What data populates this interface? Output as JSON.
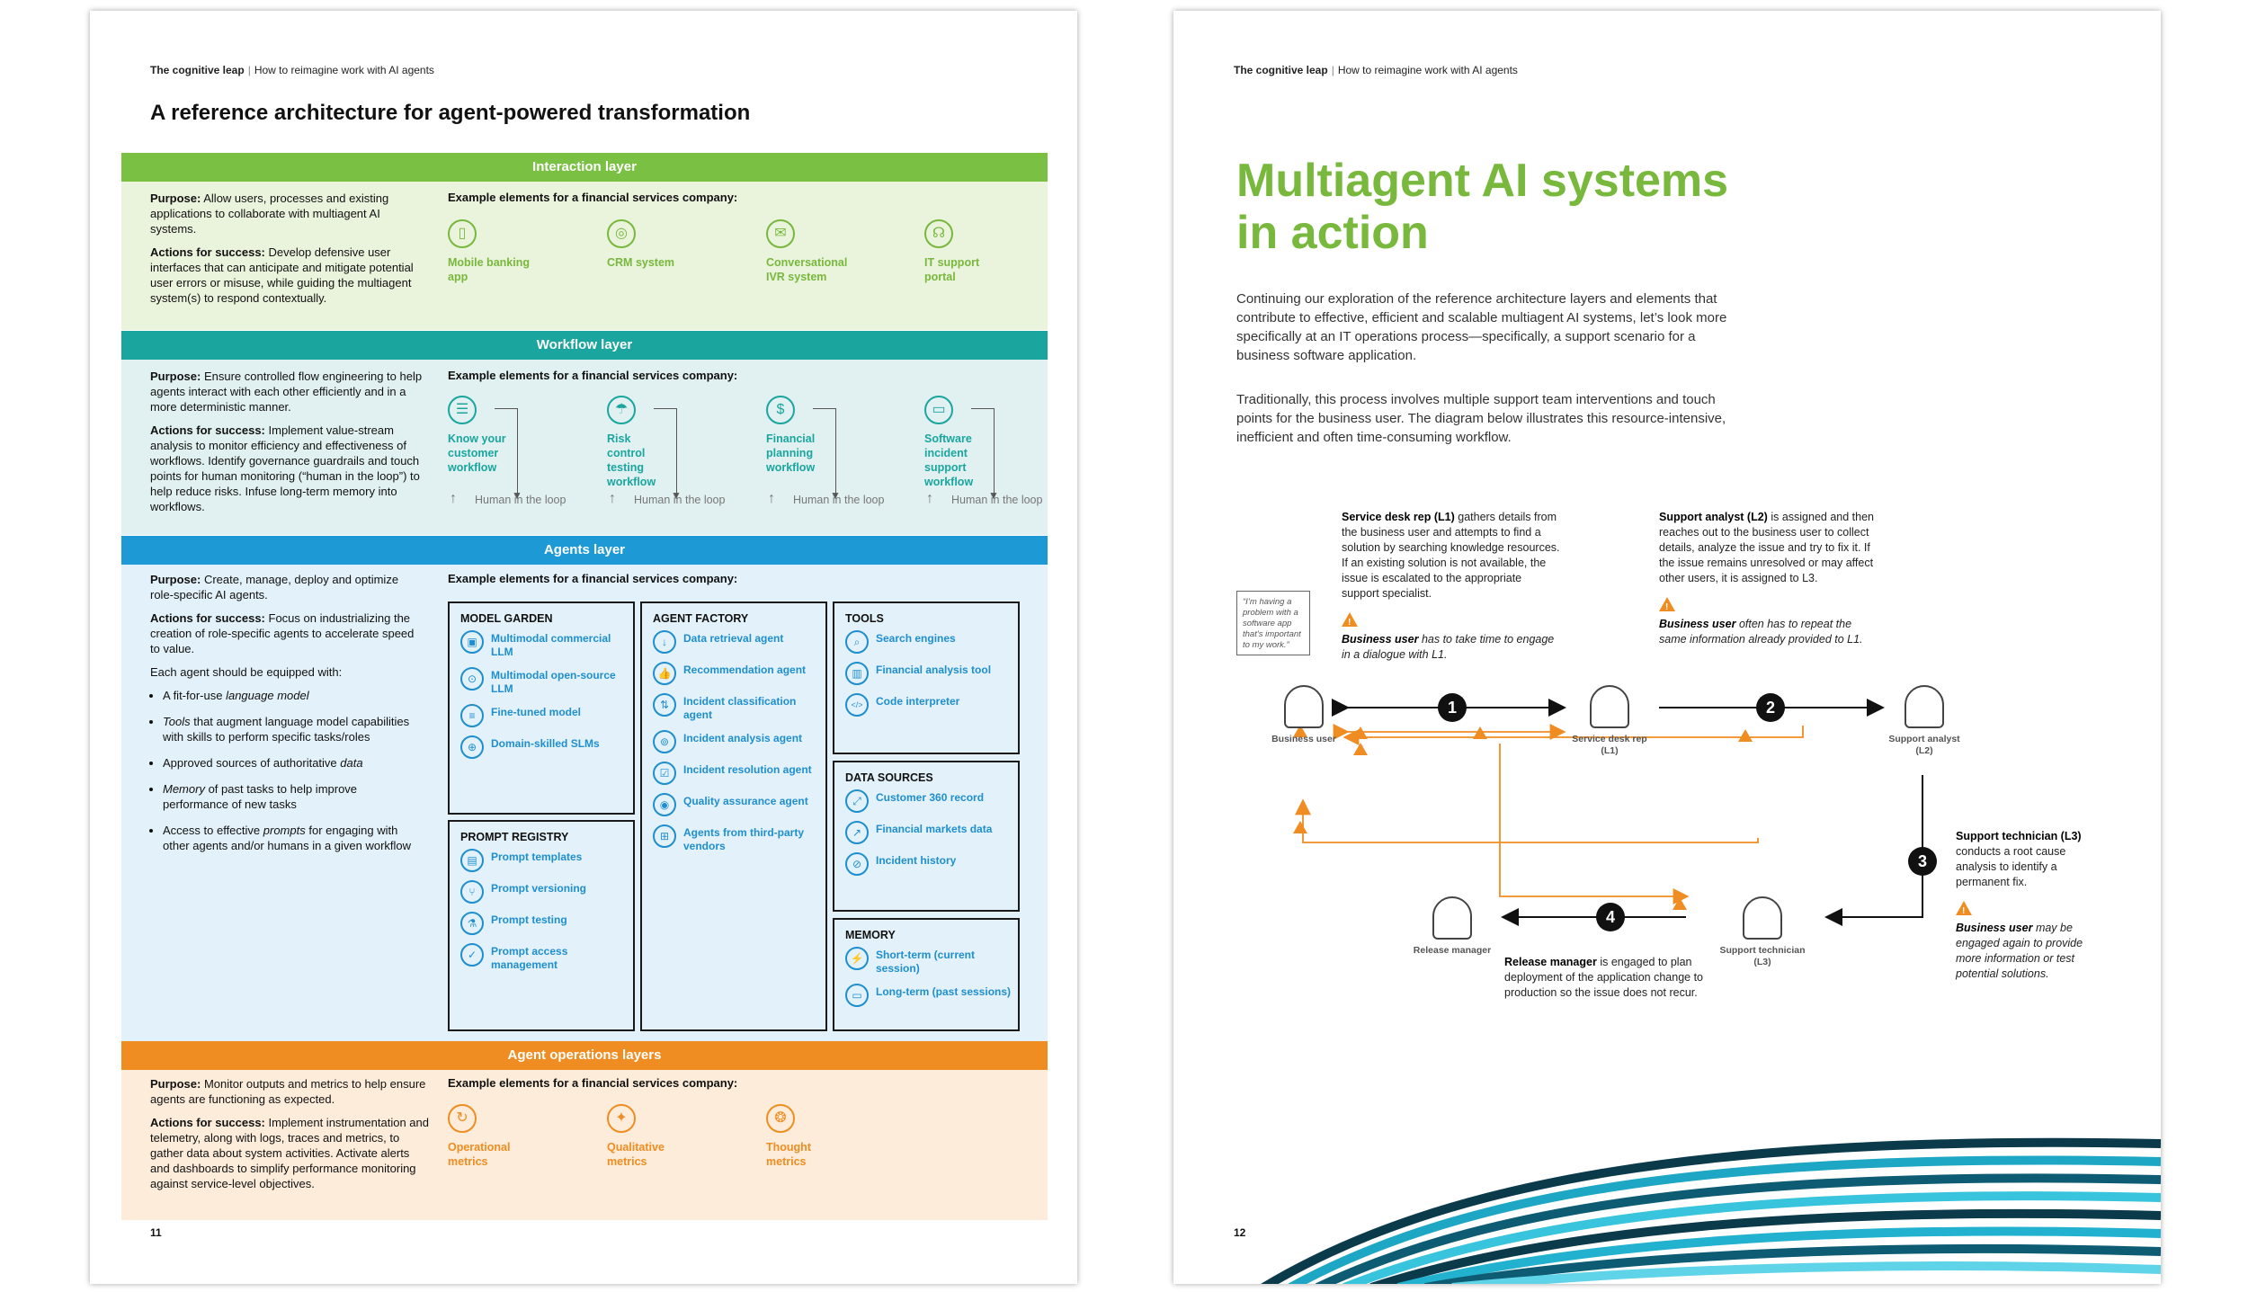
{
  "left_page": {
    "running_head": {
      "bold": "The cognitive leap",
      "separator": "|",
      "rest": "How to reimagine work with AI agents"
    },
    "title": "A reference architecture for agent-powered transformation",
    "page_number": "11",
    "interaction": {
      "bar": "Interaction layer",
      "purpose_label": "Purpose:",
      "purpose": "Allow users, processes and existing applications to collaborate with multiagent AI systems.",
      "actions_label": "Actions for success:",
      "actions": "Develop defensive user interfaces that can anticipate and mitigate potential user errors or misuse, while guiding the multiagent system(s) to respond contextually.",
      "example_head": "Example elements for a financial services company:",
      "items": [
        {
          "icon": "mobile-icon",
          "glyph": "▯",
          "label": "Mobile banking app"
        },
        {
          "icon": "crm-icon",
          "glyph": "◎",
          "label": "CRM system"
        },
        {
          "icon": "chat-icon",
          "glyph": "✉",
          "label": "Conversational IVR system"
        },
        {
          "icon": "headset-icon",
          "glyph": "☊",
          "label": "IT support portal"
        }
      ]
    },
    "workflow": {
      "bar": "Workflow layer",
      "purpose_label": "Purpose:",
      "purpose": "Ensure controlled flow engineering to help agents interact with each other efficiently and in a more deterministic manner.",
      "actions_label": "Actions for success:",
      "actions": "Implement value-stream analysis to monitor efficiency and effectiveness of workflows. Identify governance guardrails and touch points for human monitoring (“human in the loop”) to help reduce risks. Infuse long-term memory into workflows.",
      "example_head": "Example elements for a financial services company:",
      "human_in_loop": "Human in the loop",
      "items": [
        {
          "icon": "list-icon",
          "glyph": "☰",
          "label": "Know your customer workflow"
        },
        {
          "icon": "umbrella-icon",
          "glyph": "☂",
          "label": "Risk control testing workflow"
        },
        {
          "icon": "dollar-icon",
          "glyph": "$",
          "label": "Financial planning workflow"
        },
        {
          "icon": "laptop-icon",
          "glyph": "▭",
          "label": "Software incident support workflow"
        }
      ]
    },
    "agents": {
      "bar": "Agents layer",
      "purpose_label": "Purpose:",
      "purpose": "Create, manage, deploy and optimize role-specific AI agents.",
      "actions_label": "Actions for success:",
      "actions": "Focus on industrializing the creation of role-specific agents to accelerate speed to value.",
      "equipped": "Each agent should be equipped with:",
      "bullets": [
        {
          "lead": "A fit-for-use ",
          "em": "language model",
          "rest": ""
        },
        {
          "lead": "",
          "em": "Tools",
          "rest": " that augment language model capabilities with skills to perform specific tasks/roles"
        },
        {
          "lead": "Approved sources of authoritative ",
          "em": "data",
          "rest": ""
        },
        {
          "lead": "",
          "em": "Memory",
          "rest": " of past tasks to help improve performance of new tasks"
        },
        {
          "lead": "Access to effective ",
          "em": "prompts",
          "rest": " for engaging with other agents and/or humans in a given workflow"
        }
      ],
      "example_head": "Example elements for a financial services company:",
      "model_garden": {
        "title": "MODEL GARDEN",
        "items": [
          {
            "glyph": "▣",
            "label": "Multimodal commercial LLM"
          },
          {
            "glyph": "⊙",
            "label": "Multimodal open-source LLM"
          },
          {
            "glyph": "≡",
            "label": "Fine-tuned model"
          },
          {
            "glyph": "⊕",
            "label": "Domain-skilled SLMs"
          }
        ]
      },
      "prompt_registry": {
        "title": "PROMPT REGISTRY",
        "items": [
          {
            "glyph": "▤",
            "label": "Prompt templates"
          },
          {
            "glyph": "⑂",
            "label": "Prompt versioning"
          },
          {
            "glyph": "⚗",
            "label": "Prompt testing"
          },
          {
            "glyph": "✓",
            "label": "Prompt access management"
          }
        ]
      },
      "agent_factory": {
        "title": "AGENT FACTORY",
        "items": [
          {
            "glyph": "↓",
            "label": "Data retrieval agent"
          },
          {
            "glyph": "👍",
            "label": "Recommendation agent"
          },
          {
            "glyph": "⇅",
            "label": "Incident classification agent"
          },
          {
            "glyph": "⊚",
            "label": "Incident analysis agent"
          },
          {
            "glyph": "☑",
            "label": "Incident resolution agent"
          },
          {
            "glyph": "◉",
            "label": "Quality assurance agent"
          },
          {
            "glyph": "⊞",
            "label": "Agents from third-party vendors"
          }
        ]
      },
      "tools": {
        "title": "TOOLS",
        "items": [
          {
            "glyph": "⌕",
            "label": "Search engines"
          },
          {
            "glyph": "▥",
            "label": "Financial analysis tool"
          },
          {
            "glyph": "</>",
            "label": "Code interpreter"
          }
        ]
      },
      "data_sources": {
        "title": "DATA SOURCES",
        "items": [
          {
            "glyph": "⤢",
            "label": "Customer 360 record"
          },
          {
            "glyph": "↗",
            "label": "Financial markets data"
          },
          {
            "glyph": "⊘",
            "label": "Incident history"
          }
        ]
      },
      "memory": {
        "title": "MEMORY",
        "items": [
          {
            "glyph": "⚡",
            "label": "Short-term (current session)"
          },
          {
            "glyph": "▭",
            "label": "Long-term (past sessions)"
          }
        ]
      }
    },
    "operations": {
      "bar": "Agent operations layers",
      "purpose_label": "Purpose:",
      "purpose": "Monitor outputs and metrics to help ensure agents are functioning as expected.",
      "actions_label": "Actions for success:",
      "actions": "Implement instrumentation and telemetry, along with logs, traces and metrics, to gather data about system activities. Activate alerts and dashboards to simplify performance monitoring against service-level objectives.",
      "example_head": "Example elements for a financial services company:",
      "items": [
        {
          "icon": "cycle-icon",
          "glyph": "↻",
          "label": "Operational metrics"
        },
        {
          "icon": "bulb-icon",
          "glyph": "✦",
          "label": "Qualitative metrics"
        },
        {
          "icon": "brain-icon",
          "glyph": "❂",
          "label": "Thought metrics"
        }
      ]
    }
  },
  "right_page": {
    "running_head": {
      "bold": "The cognitive leap",
      "separator": "|",
      "rest": "How to reimagine work with AI agents"
    },
    "title_line1": "Multiagent AI systems",
    "title_line2": "in action",
    "intro1": "Continuing our exploration of the reference architecture layers and elements that contribute to effective, efficient and scalable multiagent AI systems, let’s look more specifically at an IT operations process—specifically, a support scenario for a business software application.",
    "intro2": "Traditionally, this process involves multiple support team interventions and touch points for the business user. The diagram below illustrates this resource-intensive, inefficient and often time-consuming workflow.",
    "page_number": "12",
    "diagram": {
      "bubble": "“I’m having a problem with a software app that’s important to my work.”",
      "l1_bold": "Service desk rep (L1)",
      "l1_text": " gathers details from the business user and attempts to find a solution by searching knowledge resources. If an existing solution is not available, the issue is escalated to the appropriate support specialist.",
      "l1_note_bold": "Business user",
      "l1_note": " has to take time to engage in a dialogue with L1.",
      "l2_bold": "Support analyst (L2)",
      "l2_text": " is assigned and then reaches out to the business user to collect details, analyze the issue and try to fix it. If the issue remains unresolved or may affect other users, it is assigned to L3.",
      "l2_note_bold": "Business user",
      "l2_note": " often has to repeat the same information already provided to L1.",
      "l3_bold": "Support technician (L3)",
      "l3_text": " conducts a root cause analysis to identify a permanent fix.",
      "l3_note_bold": "Business user",
      "l3_note": " may be engaged again to provide more information or test potential solutions.",
      "rm_bold": "Release manager",
      "rm_text": " is engaged to plan deployment of the application change to production so the issue does not recur.",
      "persons": {
        "business_user": "Business user",
        "service_desk": "Service desk rep (L1)",
        "support_analyst": "Support analyst (L2)",
        "support_tech": "Support technician (L3)",
        "release_manager": "Release manager"
      },
      "steps": [
        "1",
        "2",
        "3",
        "4"
      ],
      "colors": {
        "orange": "#ef8d22",
        "black": "#111111"
      }
    }
  }
}
